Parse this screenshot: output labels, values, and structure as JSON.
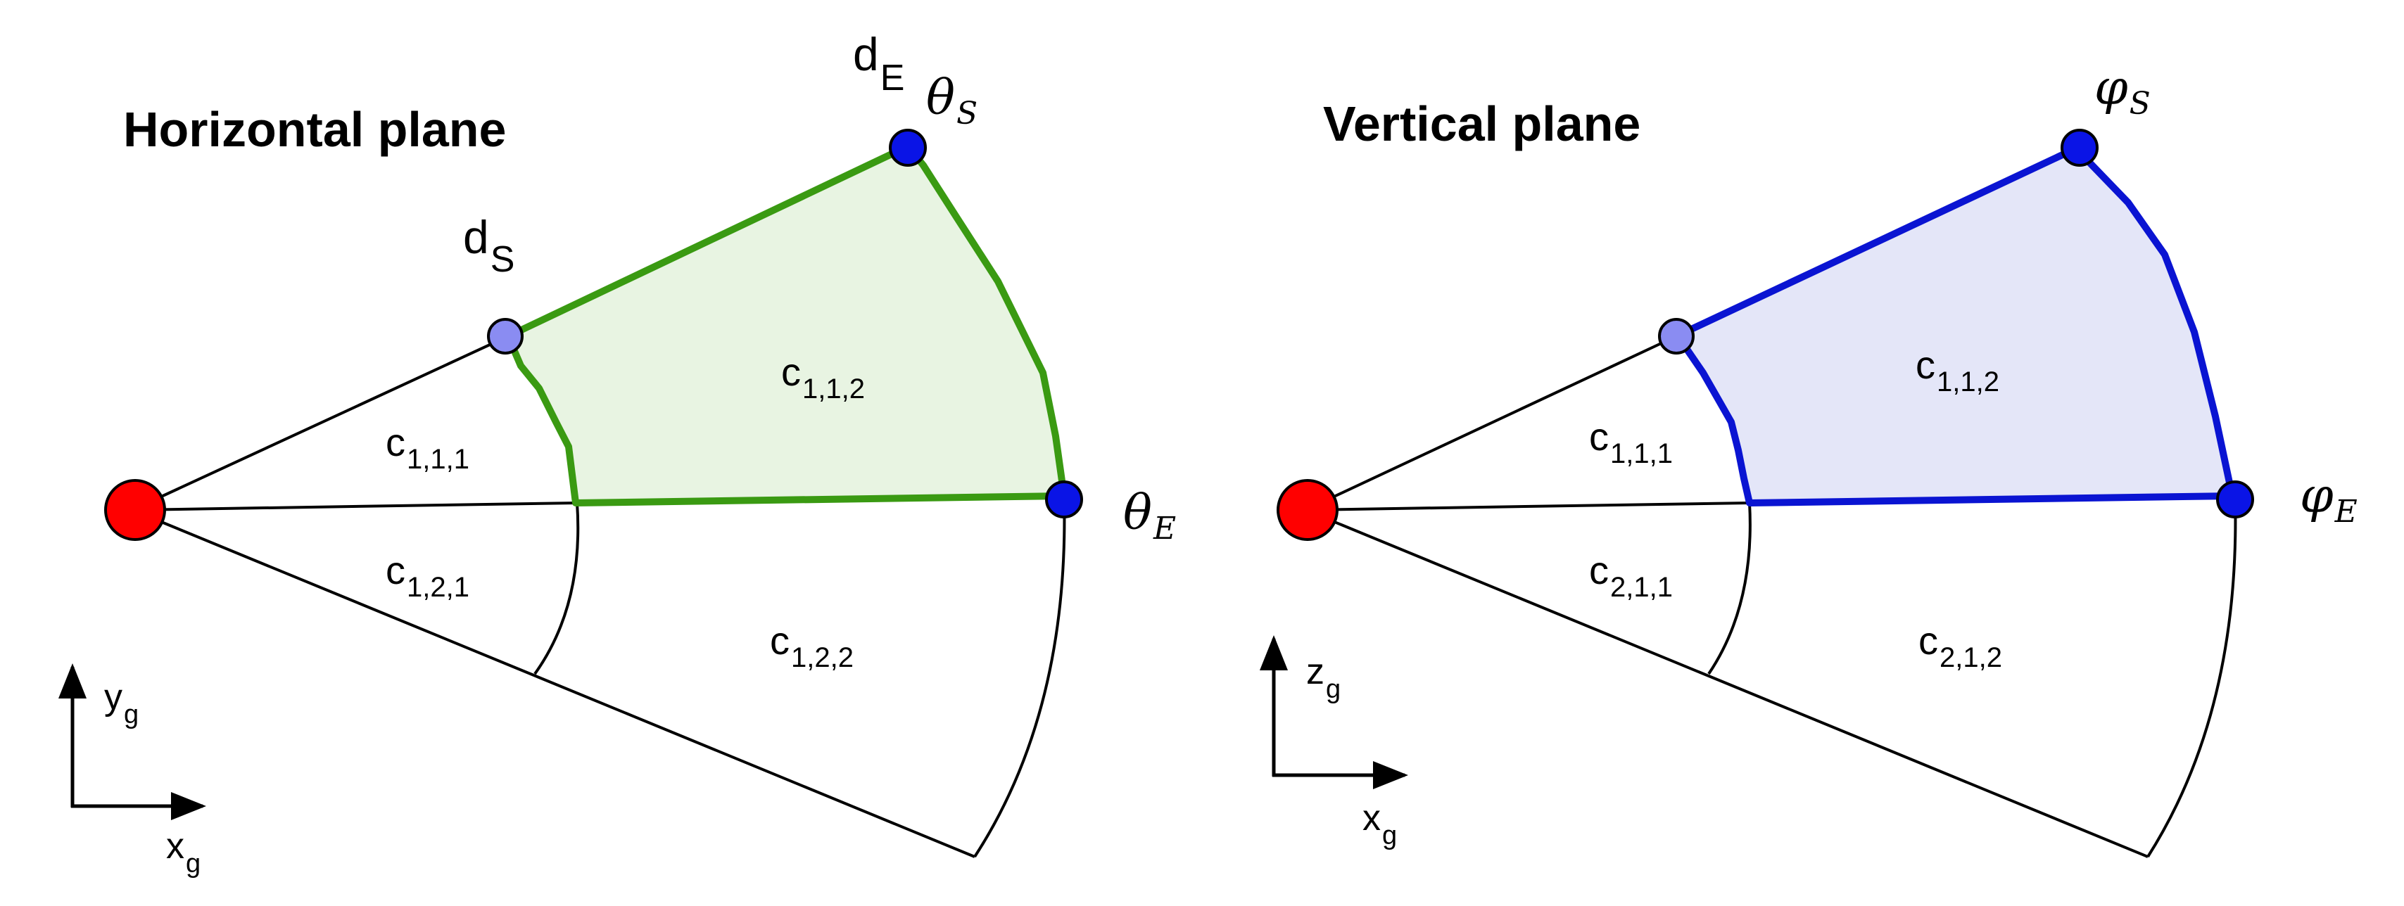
{
  "panels": [
    {
      "title": "Horizontal plane",
      "accent": "#3a9a12",
      "fill": "#e8f4e2",
      "origin_color": "#ff0000",
      "start_point_color": "#8a8cf2",
      "end_point_color": "#0a14e6",
      "range_start_label": {
        "base": "d",
        "sub": "S"
      },
      "range_end_label": {
        "base": "d",
        "sub": "E"
      },
      "angle_start_label": {
        "base": "θ",
        "sub": "S"
      },
      "angle_end_label": {
        "base": "θ",
        "sub": "E"
      },
      "cells": [
        {
          "base": "c",
          "sub": "1,1,1"
        },
        {
          "base": "c",
          "sub": "1,1,2"
        },
        {
          "base": "c",
          "sub": "1,2,1"
        },
        {
          "base": "c",
          "sub": "1,2,2"
        }
      ],
      "axis_vertical": {
        "base": "y",
        "sub": "g"
      },
      "axis_horizontal": {
        "base": "x",
        "sub": "g"
      }
    },
    {
      "title": "Vertical plane",
      "accent": "#0a14d2",
      "fill": "#e4e6f8",
      "origin_color": "#ff0000",
      "start_point_color": "#8a8cf2",
      "end_point_color": "#0a14e6",
      "angle_start_label": {
        "base": "φ",
        "sub": "S"
      },
      "angle_end_label": {
        "base": "φ",
        "sub": "E"
      },
      "cells": [
        {
          "base": "c",
          "sub": "1,1,1"
        },
        {
          "base": "c",
          "sub": "1,1,2"
        },
        {
          "base": "c",
          "sub": "2,1,1"
        },
        {
          "base": "c",
          "sub": "2,1,2"
        }
      ],
      "axis_vertical": {
        "base": "z",
        "sub": "g"
      },
      "axis_horizontal": {
        "base": "x",
        "sub": "g"
      }
    }
  ]
}
